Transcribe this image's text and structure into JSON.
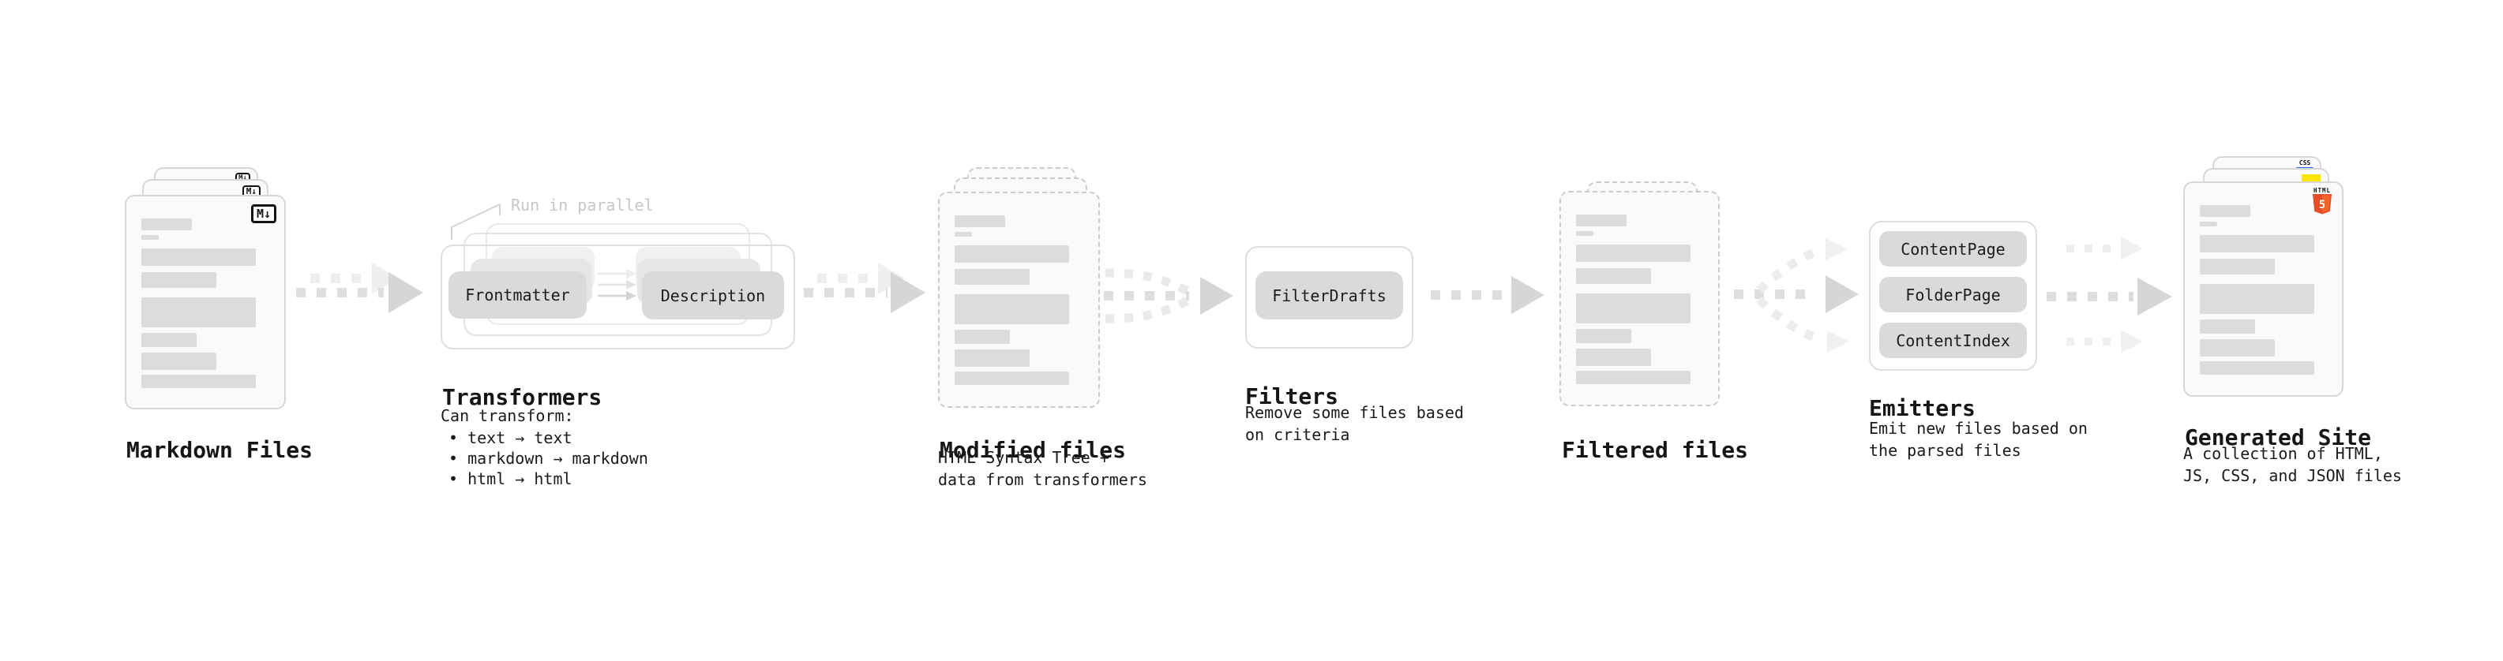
{
  "markdown_files": {
    "title": "Markdown Files",
    "badge": "M↓"
  },
  "transformers": {
    "title": "Transformers",
    "annotation": "Run in parallel",
    "pill_left": "Frontmatter",
    "pill_right": "Description",
    "desc_heading": "Can transform:",
    "bullets": [
      "• text → text",
      "• markdown → markdown",
      "• html → html"
    ]
  },
  "modified_files": {
    "title": "Modified files",
    "desc_lines": [
      "HTML Syntax Tree +",
      "data from transformers"
    ]
  },
  "filters": {
    "title": "Filters",
    "pill": "FilterDrafts",
    "desc_lines": [
      "Remove some files based",
      "on criteria"
    ]
  },
  "filtered_files": {
    "title": "Filtered files"
  },
  "emitters": {
    "title": "Emitters",
    "pills": [
      "ContentPage",
      "FolderPage",
      "ContentIndex"
    ],
    "desc_lines": [
      "Emit new files based on",
      "the parsed files"
    ]
  },
  "generated_site": {
    "title": "Generated Site",
    "badge_css": "CSS",
    "badge_html_label": "HTML",
    "badge_html_number": "5",
    "desc_lines": [
      "A collection of HTML,",
      "JS, CSS, and JSON files"
    ]
  },
  "colors": {
    "html5_orange": "#e44d26",
    "html5_orange_light": "#f16529",
    "js_yellow": "#ffe600",
    "css_blue": "#2b65f0"
  }
}
